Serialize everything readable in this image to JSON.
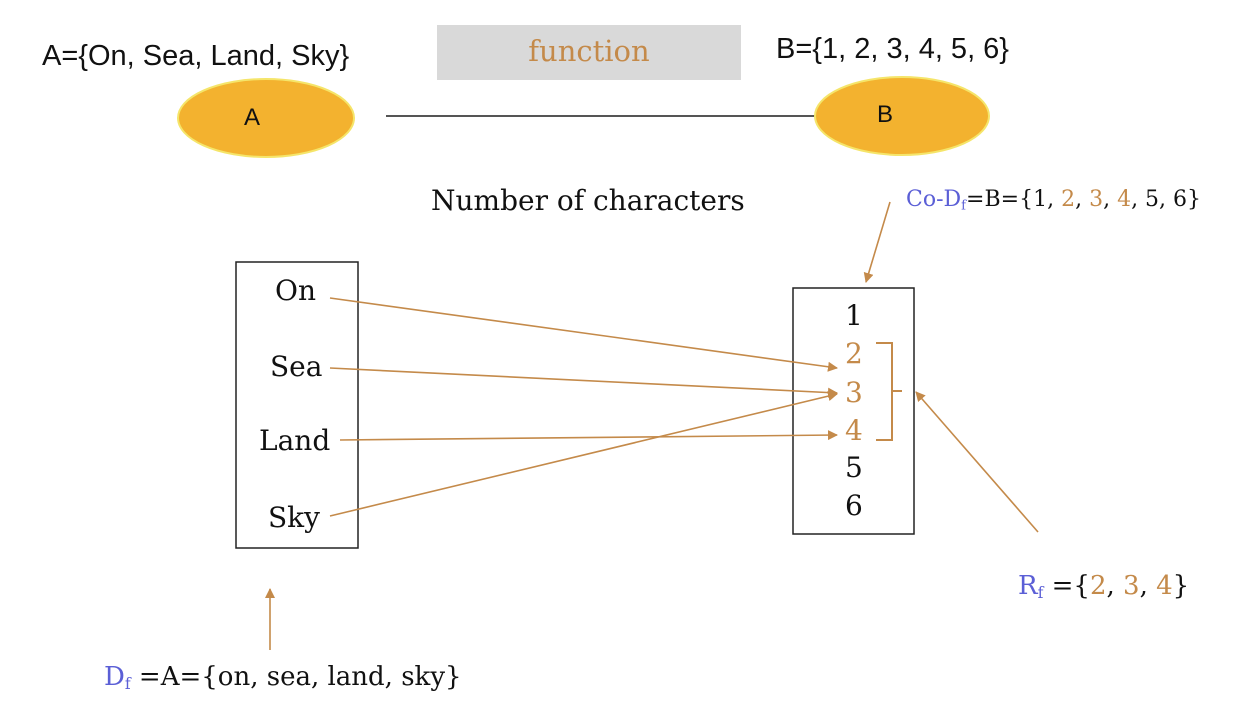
{
  "set_a_def": "A={On, Sea, Land, Sky}",
  "set_b_def": "B={1, 2, 3, 4, 5, 6}",
  "function_label": "function",
  "node_a": "A",
  "node_b": "B",
  "mapping_caption": "Number of characters",
  "domain_elements": [
    "On",
    "Sea",
    "Land",
    "Sky"
  ],
  "codomain_elements": [
    "1",
    "2",
    "3",
    "4",
    "5",
    "6"
  ],
  "codomain_label": {
    "co": "Co-D",
    "sub": "f",
    "rest": "=B={1, ",
    "v2": "2",
    "c1": ", ",
    "v3": "3",
    "c2": ", ",
    "v4": "4",
    "tail": ", 5, 6}"
  },
  "range_label": {
    "r": "R",
    "sub": "f",
    "eq": " ={",
    "v2": "2",
    "c1": ", ",
    "v3": "3",
    "c2": ", ",
    "v4": "4",
    "close": "}"
  },
  "domain_label": {
    "d": "D",
    "sub": "f",
    "rest": " =A={on, sea, land, sky}"
  },
  "colors": {
    "node_fill": "#f3b22f",
    "node_border": "#f5e56a",
    "arrow": "#c48a4a",
    "highlight": "#c48a4a",
    "subscript_label": "#5b5fd6",
    "function_box": "#d9d9d9"
  }
}
